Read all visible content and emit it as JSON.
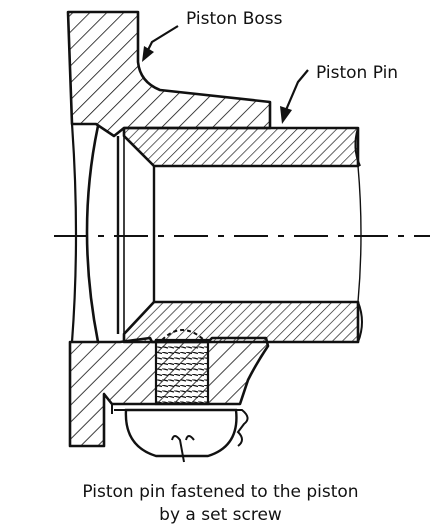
{
  "labels": {
    "piston_boss": "Piston Boss",
    "piston_pin": "Piston Pin"
  },
  "caption": {
    "line1": "Piston pin fastened to the piston",
    "line2": "by a set screw"
  },
  "colors": {
    "ink": "#111111",
    "background": "#ffffff"
  }
}
